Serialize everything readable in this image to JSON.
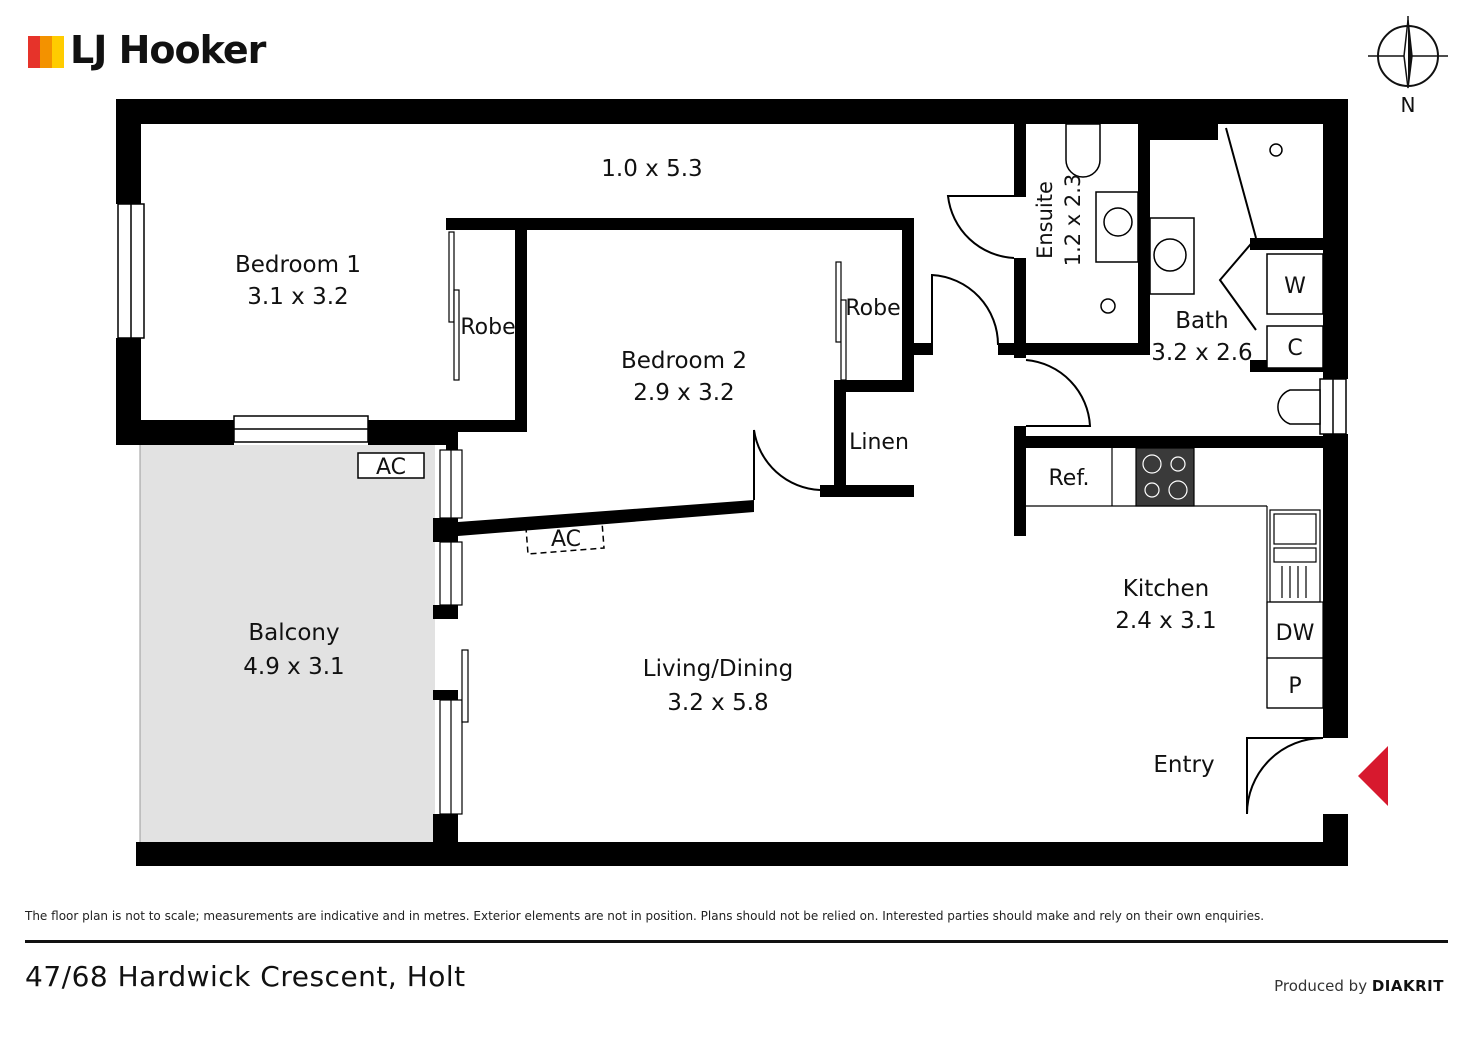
{
  "brand": {
    "name": "LJ Hooker",
    "bar_colors": [
      "#e6332a",
      "#f39200",
      "#ffcc00"
    ]
  },
  "compass": {
    "label": "N"
  },
  "rooms": {
    "hall": {
      "name": "",
      "dims": "1.0 x 5.3"
    },
    "bedroom1": {
      "name": "Bedroom 1",
      "dims": "3.1 x 3.2"
    },
    "bedroom2": {
      "name": "Bedroom 2",
      "dims": "2.9 x 3.2"
    },
    "ensuite": {
      "name": "Ensuite",
      "dims": "1.2 x 2.3"
    },
    "bath": {
      "name": "Bath",
      "dims": "3.2 x 2.6"
    },
    "balcony": {
      "name": "Balcony",
      "dims": "4.9 x 3.1"
    },
    "living": {
      "name": "Living/Dining",
      "dims": "3.2 x 5.8"
    },
    "kitchen": {
      "name": "Kitchen",
      "dims": "2.4 x 3.1"
    }
  },
  "labels": {
    "robe1": "Robe",
    "robe2": "Robe",
    "linen": "Linen",
    "ac1": "AC",
    "ac2": "AC",
    "ref": "Ref.",
    "w": "W",
    "c": "C",
    "dw": "DW",
    "p": "P",
    "entry": "Entry"
  },
  "colors": {
    "wall": "#000000",
    "balcony_fill": "#e2e2e2",
    "entry_marker": "#d7192e"
  },
  "footer": {
    "disclaimer": "The floor plan is not to scale; measurements are indicative and in metres. Exterior elements are not in position. Plans should not be relied on. Interested parties should make and rely on their own enquiries.",
    "address": "47/68 Hardwick Crescent, Holt",
    "produced_by": "Produced by",
    "producer": "DIAKRIT"
  }
}
